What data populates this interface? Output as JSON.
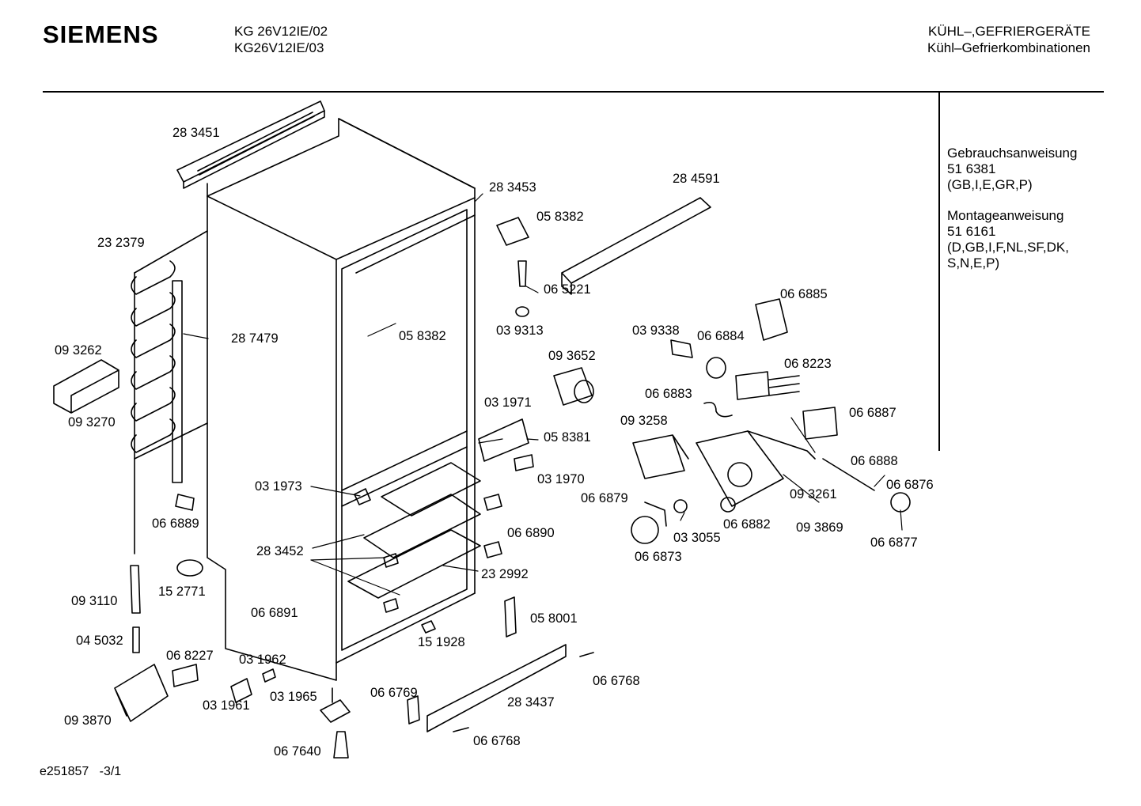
{
  "header": {
    "brand": "SIEMENS",
    "models": [
      "KG 26V12IE/02",
      "KG26V12IE/03"
    ],
    "category": "KÜHL–,GEFRIERGERÄTE",
    "subcategory": "Kühl–Gefrierkombinationen"
  },
  "sidebar": {
    "manual_title": "Gebrauchsanweisung",
    "manual_number": "51 6381",
    "manual_langs": "(GB,I,E,GR,P)",
    "install_title": "Montageanweisung",
    "install_number": "51 6161",
    "install_langs_1": "(D,GB,I,F,NL,SF,DK,",
    "install_langs_2": "S,N,E,P)"
  },
  "parts": [
    "28 3451",
    "23 2379",
    "28 7479",
    "09 3262",
    "09 3270",
    "06 6889",
    "09 3110",
    "15 2771",
    "04 5032",
    "06 8227",
    "03 1962",
    "03 1961",
    "03 1965",
    "09 3870",
    "06 7640",
    "28 3453",
    "05 8382",
    "06 5221",
    "03 9313",
    "05 8382",
    "28 4591",
    "09 3652",
    "03 1971",
    "05 8381",
    "03 1970",
    "03 1973",
    "28 3452",
    "06 6890",
    "23 2992",
    "06 6891",
    "05 8001",
    "15 1928",
    "06 6769",
    "28 3437",
    "06 6768",
    "06 6768",
    "06 6885",
    "03 9338",
    "06 6884",
    "06 8223",
    "06 6883",
    "06 6887",
    "09 3258",
    "06 6888",
    "06 6876",
    "06 6879",
    "09 3261",
    "03 3055",
    "06 6882",
    "09 3869",
    "06 6877",
    "06 6873"
  ],
  "footer": "e251857   -3/1"
}
